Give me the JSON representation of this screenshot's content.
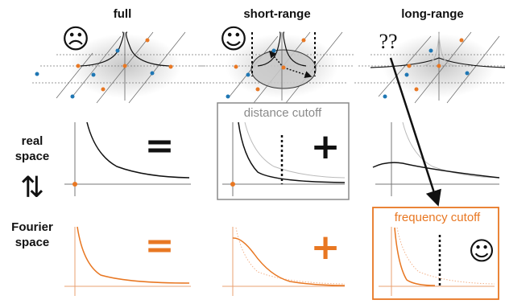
{
  "columns": [
    "full",
    "short-range",
    "long-range"
  ],
  "rows": {
    "real": [
      "real",
      "space"
    ],
    "fourier": [
      "Fourier",
      "space"
    ],
    "arrows": "⇅"
  },
  "annotations": {
    "sad_face": "☹",
    "happy_face": "☺",
    "question": "??",
    "distance_cutoff": "distance cutoff",
    "frequency_cutoff": "frequency cutoff",
    "equals": "=",
    "plus": "+"
  },
  "colors": {
    "black": "#111111",
    "orange": "#e87722",
    "blue": "#1f77b4",
    "gray_box": "#8a8a8a",
    "light_curve": "#bbbbbb",
    "light_orange": "#f2b28a"
  }
}
